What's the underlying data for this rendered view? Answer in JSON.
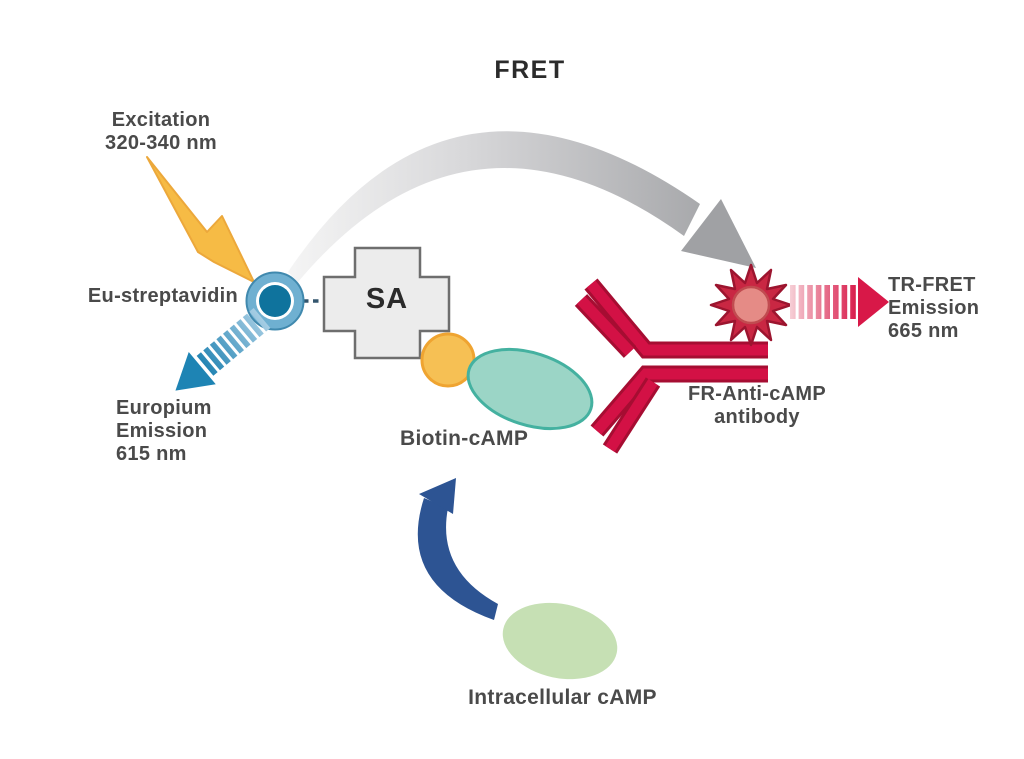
{
  "title": "FRET",
  "labels": {
    "excitation": {
      "line1": "Excitation",
      "line2": "320-340 nm"
    },
    "eu_streptavidin": "Eu-streptavidin",
    "europium": {
      "line1": "Europium",
      "line2": "Emission",
      "line3": "615 nm"
    },
    "sa": "SA",
    "biotin_camp": "Biotin-cAMP",
    "fr_antibody": {
      "line1": "FR-Anti-cAMP",
      "line2": "antibody"
    },
    "tr_fret": {
      "line1": "TR-FRET",
      "line2": "Emission",
      "line3": "665 nm"
    },
    "intracellular_camp": "Intracellular cAMP"
  },
  "icons": {
    "lightning_bolt": "excitation light flash",
    "gray_arc_arrow": "FRET energy transfer",
    "eu_donut": "europium chelate on streptavidin",
    "sa_cross": "streptavidin",
    "blue_striped_arrow": "europium emission",
    "orange_circle": "biotin",
    "teal_ellipse": "cAMP tracer",
    "antibody_y": "anti-cAMP antibody",
    "starburst": "acceptor fluorophore",
    "red_striped_arrow": "TR-FRET emission",
    "blue_curved_arrow": "competition by intracellular cAMP",
    "green_ellipse": "intracellular cAMP"
  },
  "colors": {
    "text-dark": "#4a4a4a",
    "title-dark": "#2b2b2b",
    "bolt-yellow": "#f6bb45",
    "bolt-yellow-dark": "#eca83b",
    "arc-light": "#f6f6f6",
    "arc-mid": "#d8d8da",
    "arc-dark": "#a0a1a4",
    "eu-mid": "#6fb0d1",
    "eu-rim": "#4089ae",
    "eu-dark": "#0f739d",
    "dash-navy": "#34566e",
    "cross-fill": "#ececec",
    "cross-stroke": "#6e6e6e",
    "biotin-orange": "#f6c054",
    "biotin-orange-dark": "#efa431",
    "camp-teal": "#9bd5c6",
    "camp-teal-dark": "#44b1a0",
    "ab-crimson": "#d31145",
    "ab-crimson-dark": "#a60d32",
    "crimson": "#c92743",
    "crimson-dark": "#9c152f",
    "salmon": "#e58b86",
    "salmon-dark": "#c14b50",
    "red-fade-light": "#f7d4da",
    "red-fade-dark": "#d81848",
    "blue-fade-light": "#a9cfe5",
    "blue-fade-dark": "#1b80b0",
    "eu-arrow": "#1e84b4",
    "arrow-navy": "#2d5493",
    "camp-green": "#c6e0b4"
  }
}
